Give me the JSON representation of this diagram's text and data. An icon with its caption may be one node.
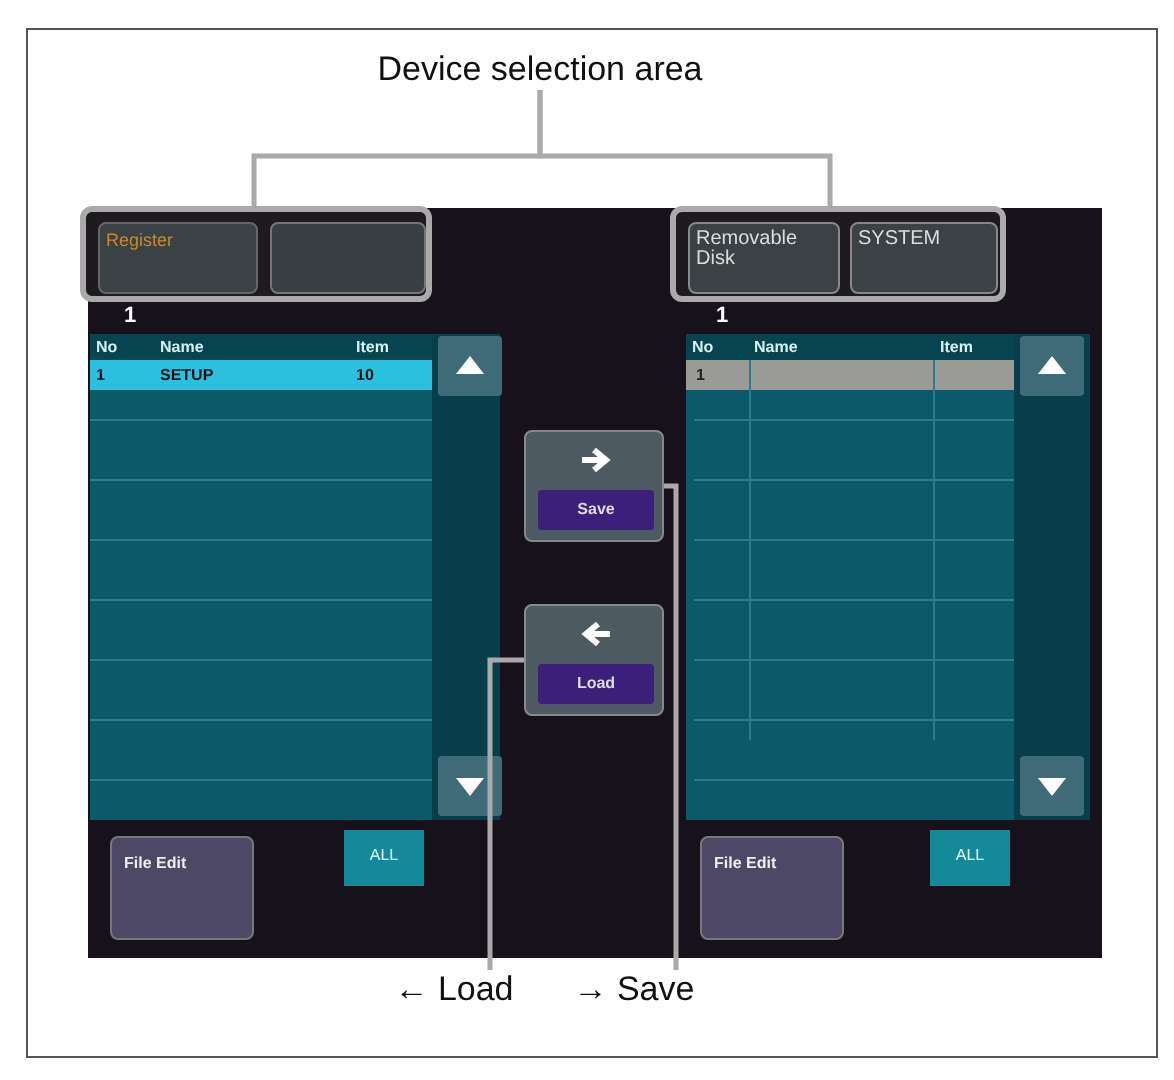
{
  "diagram": {
    "nodes": [
      {
        "text": [
          "Device selection area"
        ]
      },
      {
        "text": [],
        "shape": "box"
      },
      {
        "text": [
          "Register"
        ],
        "in": 1
      },
      {
        "text": [],
        "shape": "box",
        "in": 1
      },
      {
        "text": [],
        "shape": "box"
      },
      {
        "text": [
          "Removable Disk"
        ],
        "in": 4
      },
      {
        "text": [
          "SYSTEM"
        ],
        "in": 4
      },
      {
        "text": [
          "Save"
        ]
      },
      {
        "text": [
          "Load"
        ]
      },
      {
        "text": [
          "File Edit"
        ]
      },
      {
        "text": [
          "ALL"
        ]
      },
      {
        "text": [
          "File Edit"
        ]
      },
      {
        "text": [
          "ALL"
        ]
      },
      {
        "text": [
          "← Load"
        ]
      },
      {
        "text": [
          "→ Save"
        ]
      }
    ],
    "edges": [
      {
        "from": 0,
        "to": 1,
        "arrow": "none"
      },
      {
        "from": 0,
        "to": 4,
        "arrow": "none"
      },
      {
        "from": 13,
        "to": 8,
        "arrow": "none"
      },
      {
        "from": 14,
        "to": 7,
        "arrow": "none"
      }
    ],
    "labels": [
      "1",
      "No",
      "Name",
      "Item",
      "1",
      "SETUP",
      "10",
      "1",
      "No",
      "Name",
      "Item",
      "1"
    ]
  }
}
